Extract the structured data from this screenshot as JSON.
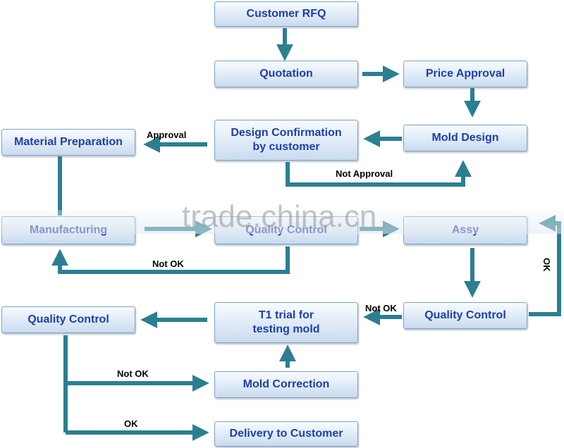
{
  "nodes": {
    "customer_rfq": "Customer RFQ",
    "quotation": "Quotation",
    "price_approval": "Price Approval",
    "mold_design": "Mold Design",
    "design_confirmation_line1": "Design Confirmation",
    "design_confirmation_line2": "by customer",
    "material_preparation": "Material Preparation",
    "manufacturing": "Manufacturing",
    "quality_control_mid": "Quality Control",
    "assy": "Assy",
    "quality_control_right": "Quality Control",
    "t1_trial_line1": "T1 trial for",
    "t1_trial_line2": "testing mold",
    "quality_control_left": "Quality Control",
    "mold_correction": "Mold Correction",
    "delivery": "Delivery to Customer"
  },
  "edge_labels": {
    "approval": "Approval",
    "not_approval": "Not Approval",
    "not_ok_mid": "Not OK",
    "ok_right": "OK",
    "not_ok_right": "Not OK",
    "not_ok_left": "Not OK",
    "ok_left": "OK"
  },
  "watermark": "trade.china.cn",
  "colors": {
    "arrow": "#2b7f91",
    "box_text": "#1e3fa8",
    "box_border": "#7fa4c4"
  }
}
